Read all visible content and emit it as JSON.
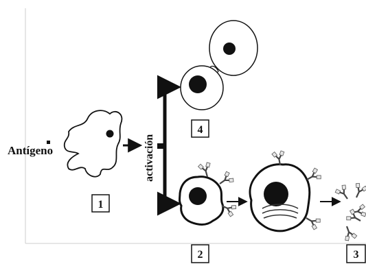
{
  "labels": {
    "antigen": "Antígeno",
    "activation": "activación",
    "box_1": "1",
    "box_2": "2",
    "box_3": "3",
    "box_4": "4"
  },
  "colors": {
    "ink": "#111111",
    "frame": "#cccccc",
    "antibody_fill": "#e6e6e6",
    "background": "#ffffff"
  }
}
